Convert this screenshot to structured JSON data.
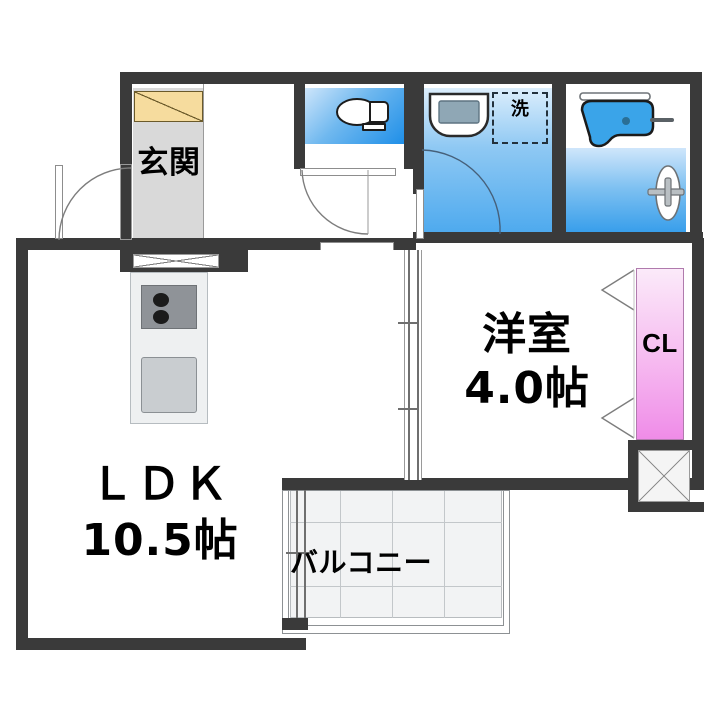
{
  "plan": {
    "type": "japanese-apartment-floorplan",
    "layout_code": "1LDK",
    "background": "#ffffff",
    "wall_color": "#3a3a3a"
  },
  "rooms": [
    {
      "id": "ldk",
      "name_label": "ＬＤＫ",
      "size_label": "10.5帖",
      "fill": "#ffffff"
    },
    {
      "id": "washitsu",
      "name_label": "洋室",
      "size_label": "4.0帖",
      "fill": "#ffffff"
    },
    {
      "id": "genkan",
      "name_label": "玄関",
      "size_label": "",
      "fill": "#d9d9d9"
    },
    {
      "id": "balcony",
      "name_label": "バルコニー",
      "size_label": "",
      "fill": "#f2f3f4"
    },
    {
      "id": "closet",
      "name_label": "CL",
      "size_label": "",
      "fill": "#f6b9f0"
    },
    {
      "id": "washroom",
      "name_label": "洗",
      "size_label": "",
      "fill": "#8ec8f3"
    }
  ],
  "labels": {
    "ldk_name": "ＬＤＫ",
    "ldk_size": "10.5帖",
    "room_name": "洋室",
    "room_size": "4.0帖",
    "genkan": "玄関",
    "closet": "CL",
    "balcony": "バルコニー",
    "washer": "洗"
  },
  "fixtures": [
    {
      "id": "shoe-cabinet",
      "label": "",
      "color": "#f6dc9e"
    },
    {
      "id": "kitchen-counter",
      "label": "",
      "color": "#eef0f1"
    },
    {
      "id": "gas-stove",
      "label": "",
      "burners": 2,
      "color": "#8f9398"
    },
    {
      "id": "kitchen-sink",
      "label": "",
      "color": "#c9cdd0"
    },
    {
      "id": "range-hood",
      "label": "",
      "color": "#ffffff"
    },
    {
      "id": "toilet",
      "label": "",
      "color": "#ffffff"
    },
    {
      "id": "vanity-sink",
      "label": "",
      "color": "#8fa7b5"
    },
    {
      "id": "washer-space",
      "label": "洗",
      "color": "#8ec8f3"
    },
    {
      "id": "bathtub",
      "label": "",
      "color": "#39a3e8"
    },
    {
      "id": "shower-mixer",
      "label": "",
      "color": "#ffffff"
    },
    {
      "id": "mirror-shelf",
      "label": "",
      "color": "#ffffff"
    },
    {
      "id": "ps-box",
      "label": "",
      "color": "#f4f4f4"
    }
  ],
  "openings": [
    {
      "id": "entrance-door",
      "kind": "hinged-door",
      "swing": "out-left"
    },
    {
      "id": "toilet-door",
      "kind": "hinged-door",
      "swing": "in-left"
    },
    {
      "id": "bath-door",
      "kind": "hinged-door",
      "swing": "in-left"
    },
    {
      "id": "hall-ldk-door",
      "kind": "hinged-door",
      "swing": "in-left"
    },
    {
      "id": "ldk-room-door",
      "kind": "sliding-door"
    },
    {
      "id": "closet-door",
      "kind": "folding-door"
    },
    {
      "id": "balcony-window",
      "kind": "sliding-window"
    }
  ],
  "colors": {
    "wall": "#3a3a3a",
    "toilet_fill": "#1f8fe8",
    "wash_fill": "#4aa8ee",
    "bath_fill": "#2f9aea",
    "closet_pink": "#ef8ce8",
    "shoe_tan": "#f6dc9e",
    "genkan_gray": "#d9d9d9",
    "balcony_gray": "#f2f3f4"
  }
}
